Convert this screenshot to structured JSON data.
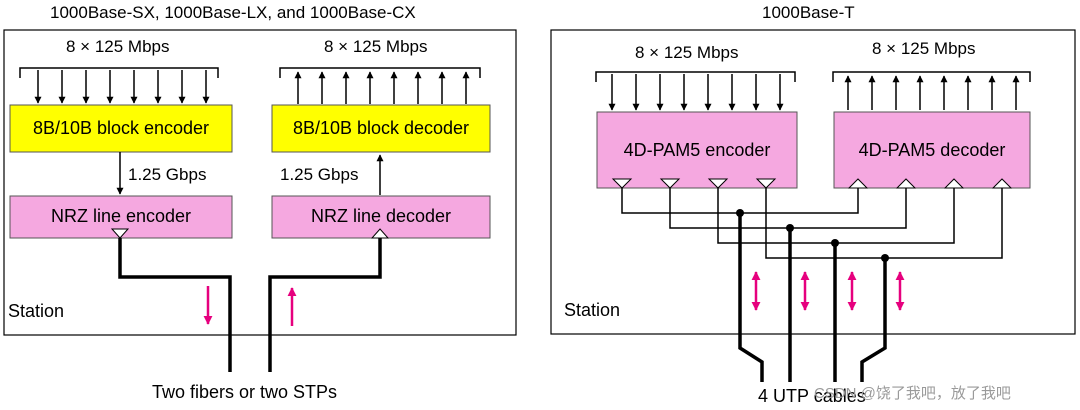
{
  "headings": {
    "left": "1000Base-SX, 1000Base-LX, and 1000Base-CX",
    "right": "1000Base-T"
  },
  "rates": {
    "left_in": "8 × 125 Mbps",
    "left_out": "8 × 125 Mbps",
    "right_in": "8 × 125 Mbps",
    "right_out": "8 × 125 Mbps",
    "serial_tx": "1.25 Gbps",
    "serial_rx": "1.25 Gbps"
  },
  "blocks": {
    "block_encoder": "8B/10B block encoder",
    "block_decoder": "8B/10B block decoder",
    "nrz_encoder": "NRZ line encoder",
    "nrz_decoder": "NRZ line decoder",
    "pam_encoder": "4D-PAM5 encoder",
    "pam_decoder": "4D-PAM5 decoder"
  },
  "station": {
    "left": "Station",
    "right": "Station"
  },
  "media": {
    "left": "Two fibers or two STPs",
    "right": "4 UTP cables"
  },
  "watermark": "CSDN @饶了我吧，放了我吧",
  "colors": {
    "yellow_block": "#ffff00",
    "pink_block": "#f5a8e0",
    "magenta_arrow": "#e6007e",
    "line": "#000000"
  }
}
